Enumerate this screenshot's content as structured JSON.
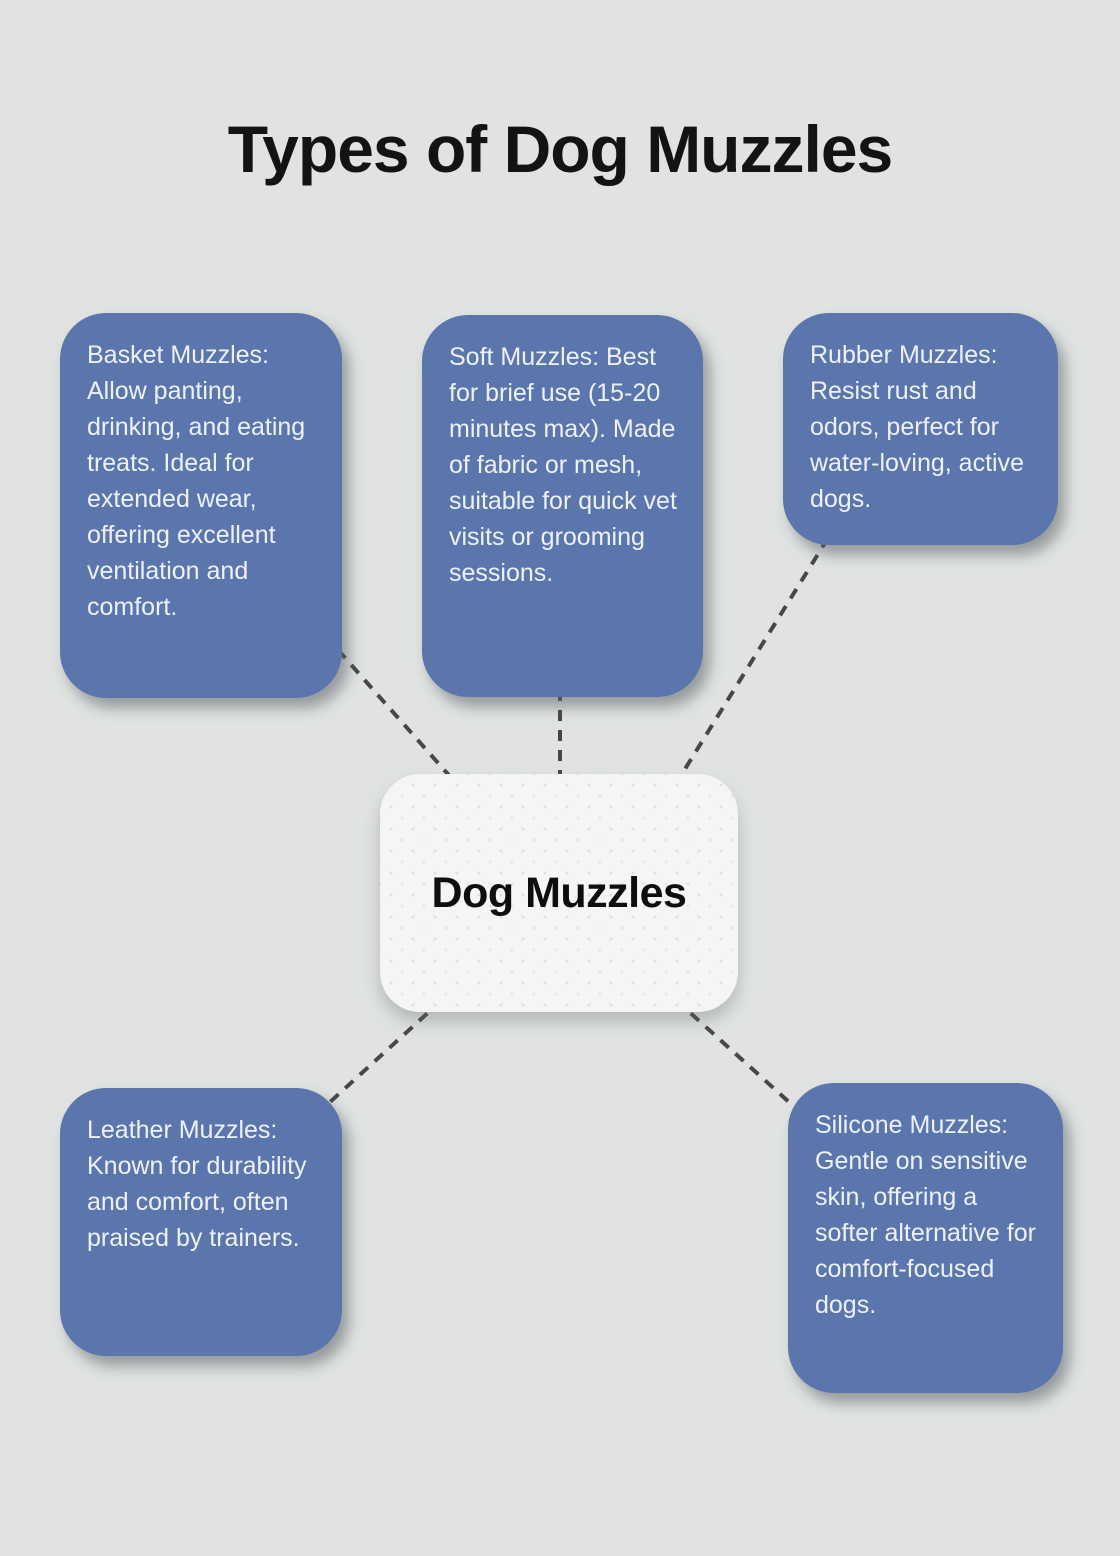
{
  "page": {
    "title": "Types of Dog Muzzles"
  },
  "center": {
    "label": "Dog Muzzles"
  },
  "nodes": [
    {
      "id": "basket-muzzles",
      "text": "Basket Muzzles: Allow panting, drinking, and eating treats. Ideal for extended wear, offering excellent ventilation and comfort."
    },
    {
      "id": "soft-muzzles",
      "text": "Soft Muzzles: Best for brief use (15-20 minutes max). Made of fabric or mesh, suitable for quick vet visits or grooming sessions."
    },
    {
      "id": "rubber-muzzles",
      "text": "Rubber Muzzles: Resist rust and odors, perfect for water-loving, active dogs."
    },
    {
      "id": "leather-muzzles",
      "text": "Leather Muzzles: Known for durability and comfort, often praised by trainers."
    },
    {
      "id": "silicone-muzzles",
      "text": "Silicone Muzzles: Gentle on sensitive skin, offering a softer alternative for comfort-focused dogs."
    }
  ],
  "connections": [
    {
      "from": "Dog Muzzles",
      "to": "Basket Muzzles"
    },
    {
      "from": "Dog Muzzles",
      "to": "Soft Muzzles"
    },
    {
      "from": "Dog Muzzles",
      "to": "Rubber Muzzles"
    },
    {
      "from": "Dog Muzzles",
      "to": "Leather Muzzles"
    },
    {
      "from": "Dog Muzzles",
      "to": "Silicone Muzzles"
    }
  ],
  "colors": {
    "background": "#e0e3e1",
    "node_fill": "#5b76ac",
    "node_text": "#eef2f8",
    "center_fill": "#f5f5f5",
    "center_text": "#0e0e0e",
    "title_text": "#131313",
    "connector": "#474747"
  }
}
